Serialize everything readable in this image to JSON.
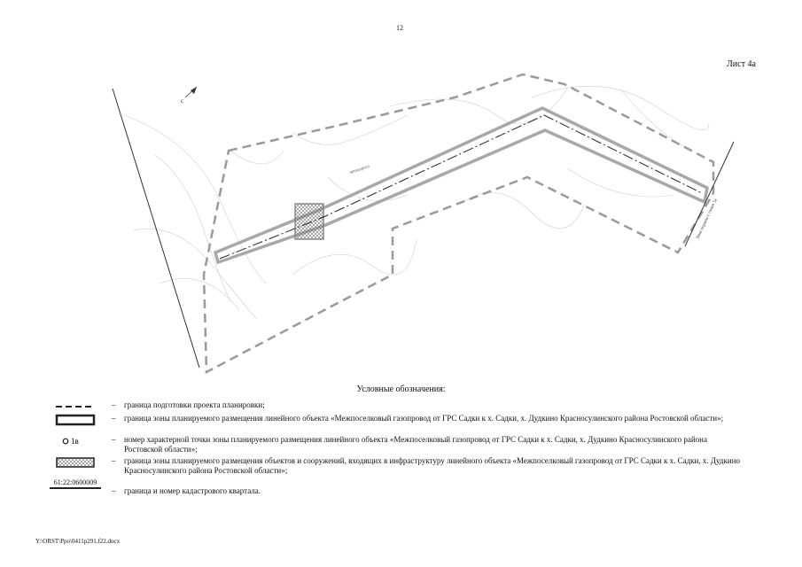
{
  "page_number": "12",
  "sheet_label": "Лист 4а",
  "map": {
    "north_label": "С",
    "road_label": "автодорога",
    "zone_label": "Зона охраны с точки 5а"
  },
  "legend": {
    "title": "Условные обозначения:",
    "items": [
      {
        "symbol": "dashed-line",
        "dash": "–",
        "text": "граница подготовки проекта планировки;"
      },
      {
        "symbol": "double-outline-rect",
        "dash": "–",
        "text": "граница зоны планируемого размещения линейного объекта «Межпоселковый газопровод от ГРС Садки к х. Садки, х. Дудкино Красносулинского района Ростовской области»;"
      },
      {
        "symbol": "point-marker",
        "point_label": "1в",
        "dash": "–",
        "text": "номер характерной точки  зоны планируемого размещения  линейного объекта «Межпоселковый газопровод от ГРС Садки к х. Садки, х. Дудкино Красносулинского района Ростовской области»;"
      },
      {
        "symbol": "hatched-rect",
        "dash": "–",
        "text": "граница зоны планируемого размещения объектов и сооружений, входящих в инфраструктуру линейного объекта «Межпоселковый газопровод от ГРС Садки к х. Садки, х. Дудкино Красносулинского района Ростовской области»;"
      },
      {
        "symbol": "cadastral-line",
        "cadastral_number": "61:22:0600009",
        "dash": "–",
        "text": "граница и номер кадастрового квартала."
      }
    ]
  },
  "footer_path": "Y:\\ORST\\Ppo\\0411p291.f22.docx"
}
